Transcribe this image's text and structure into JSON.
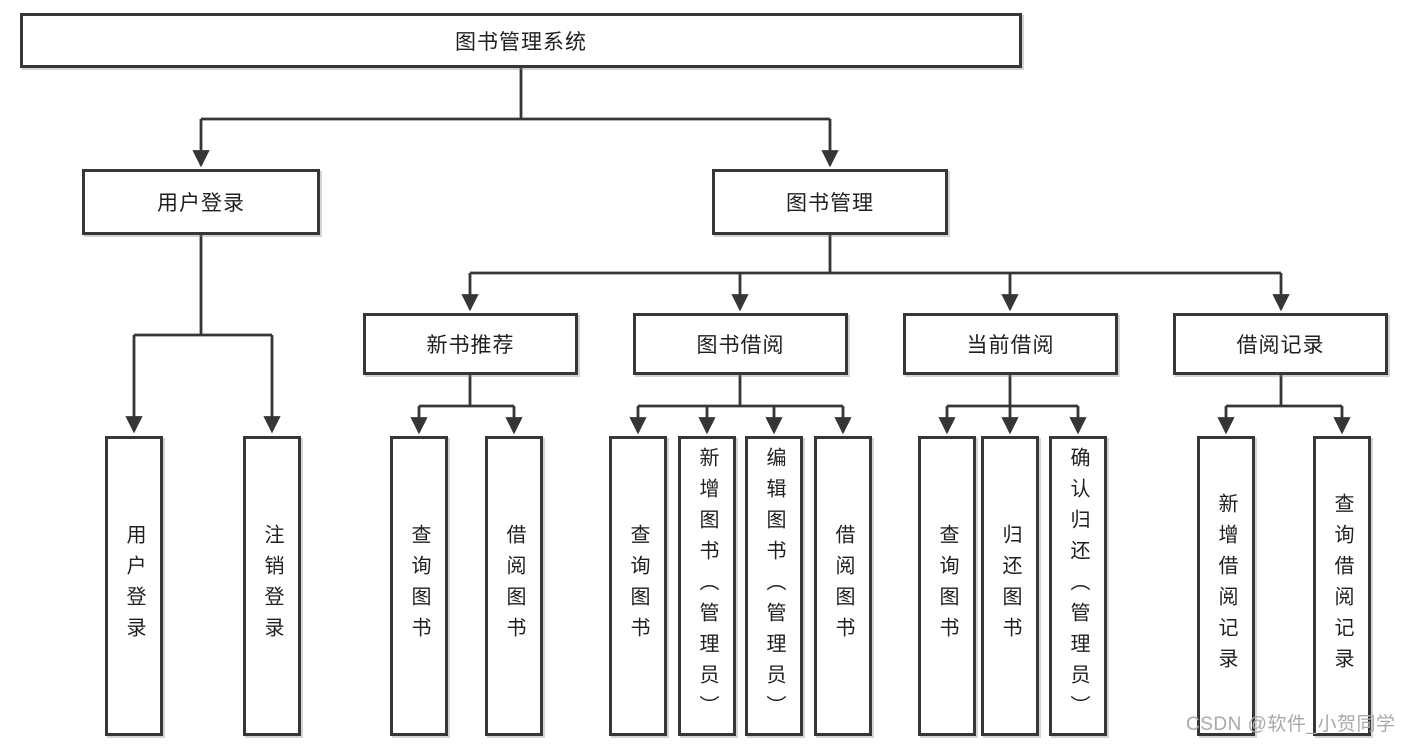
{
  "diagram": {
    "type": "tree",
    "root": {
      "label": "图书管理系统"
    },
    "branches": [
      {
        "label": "用户登录",
        "children": [
          {
            "label": "用户登录"
          },
          {
            "label": "注销登录"
          }
        ]
      },
      {
        "label": "图书管理",
        "children": [
          {
            "label": "新书推荐",
            "children": [
              {
                "label": "查询图书"
              },
              {
                "label": "借阅图书"
              }
            ]
          },
          {
            "label": "图书借阅",
            "children": [
              {
                "label": "查询图书"
              },
              {
                "label": "新增图书（管理员）"
              },
              {
                "label": "编辑图书（管理员）"
              },
              {
                "label": "借阅图书"
              }
            ]
          },
          {
            "label": "当前借阅",
            "children": [
              {
                "label": "查询图书"
              },
              {
                "label": "归还图书"
              },
              {
                "label": "确认归还（管理员）"
              }
            ]
          },
          {
            "label": "借阅记录",
            "children": [
              {
                "label": "新增借阅记录"
              },
              {
                "label": "查询借阅记录"
              }
            ]
          }
        ]
      }
    ]
  },
  "watermark": {
    "text": "CSDN @软件_小贺同学"
  },
  "colors": {
    "line": "#363636",
    "box_border": "#363636",
    "box_fill": "#ffffff",
    "text": "#1f1f1f",
    "watermark": "#a9a9a9",
    "background": "#ffffff"
  }
}
